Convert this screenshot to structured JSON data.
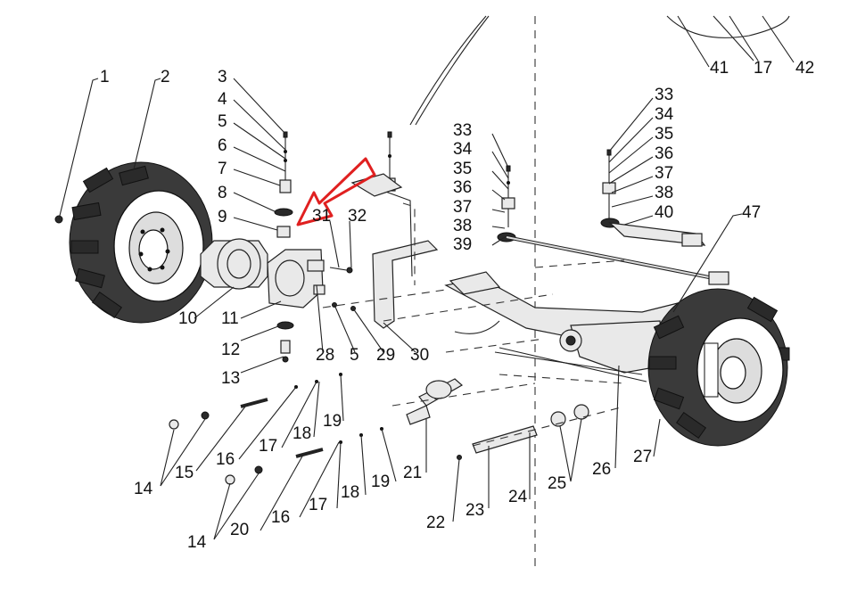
{
  "diagram": {
    "labels": [
      "1",
      "2",
      "3",
      "4",
      "5",
      "6",
      "7",
      "8",
      "9",
      "10",
      "11",
      "12",
      "13",
      "14",
      "15",
      "16",
      "17",
      "18",
      "19",
      "5",
      "28",
      "29",
      "30",
      "31",
      "32",
      "33",
      "34",
      "35",
      "36",
      "37",
      "38",
      "39",
      "33",
      "34",
      "35",
      "36",
      "37",
      "38",
      "40",
      "47",
      "41",
      "17",
      "42",
      "14",
      "20",
      "16",
      "17",
      "18",
      "19",
      "21",
      "22",
      "23",
      "24",
      "25",
      "26",
      "27"
    ],
    "callout_color": "#e02020"
  }
}
